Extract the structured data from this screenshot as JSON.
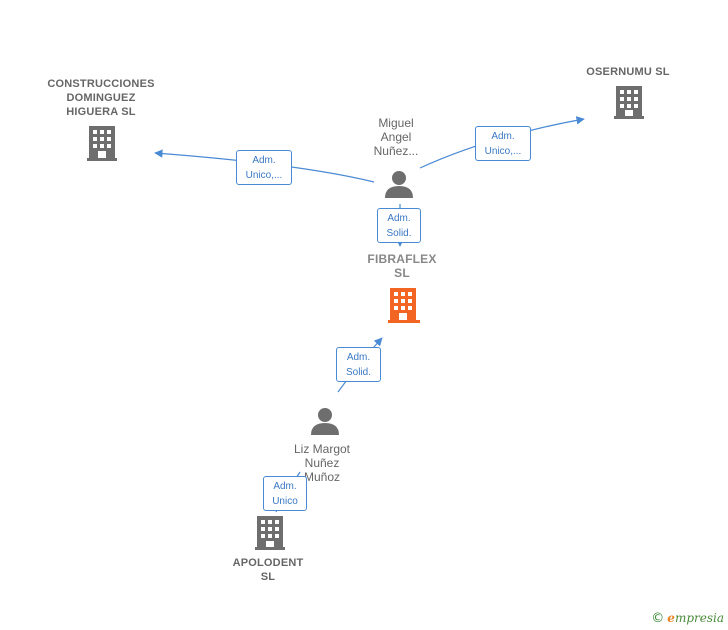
{
  "nodes": {
    "construcciones": {
      "label": "CONSTRUCCIONES\nDOMINGUEZ\nHIGUERA  SL",
      "icon": "building-icon"
    },
    "osernumu": {
      "label": "OSERNUMU  SL",
      "icon": "building-icon"
    },
    "miguel": {
      "label": "Miguel\nAngel\nNuñez...",
      "icon": "person-icon"
    },
    "fibraflex": {
      "label": "FIBRAFLEX\nSL",
      "icon": "building-icon"
    },
    "liz": {
      "label": "Liz Margot\nNuñez\nMuñoz",
      "icon": "person-icon"
    },
    "apolodent": {
      "label": "APOLODENT\nSL",
      "icon": "building-icon"
    }
  },
  "edges": {
    "miguel_construcciones": "Adm.\nUnico,...",
    "miguel_osernumu": "Adm.\nUnico,...",
    "miguel_fibraflex": "Adm.\nSolid.",
    "liz_fibraflex": "Adm.\nSolid.",
    "liz_apolodent": "Adm.\nUnico"
  },
  "colors": {
    "edge": "#4a8ad4",
    "building": "#6e6e6e",
    "focus_building": "#f26522",
    "person": "#6e6e6e"
  },
  "brand": {
    "symbol": "©",
    "initial": "e",
    "rest": "mpresia"
  }
}
